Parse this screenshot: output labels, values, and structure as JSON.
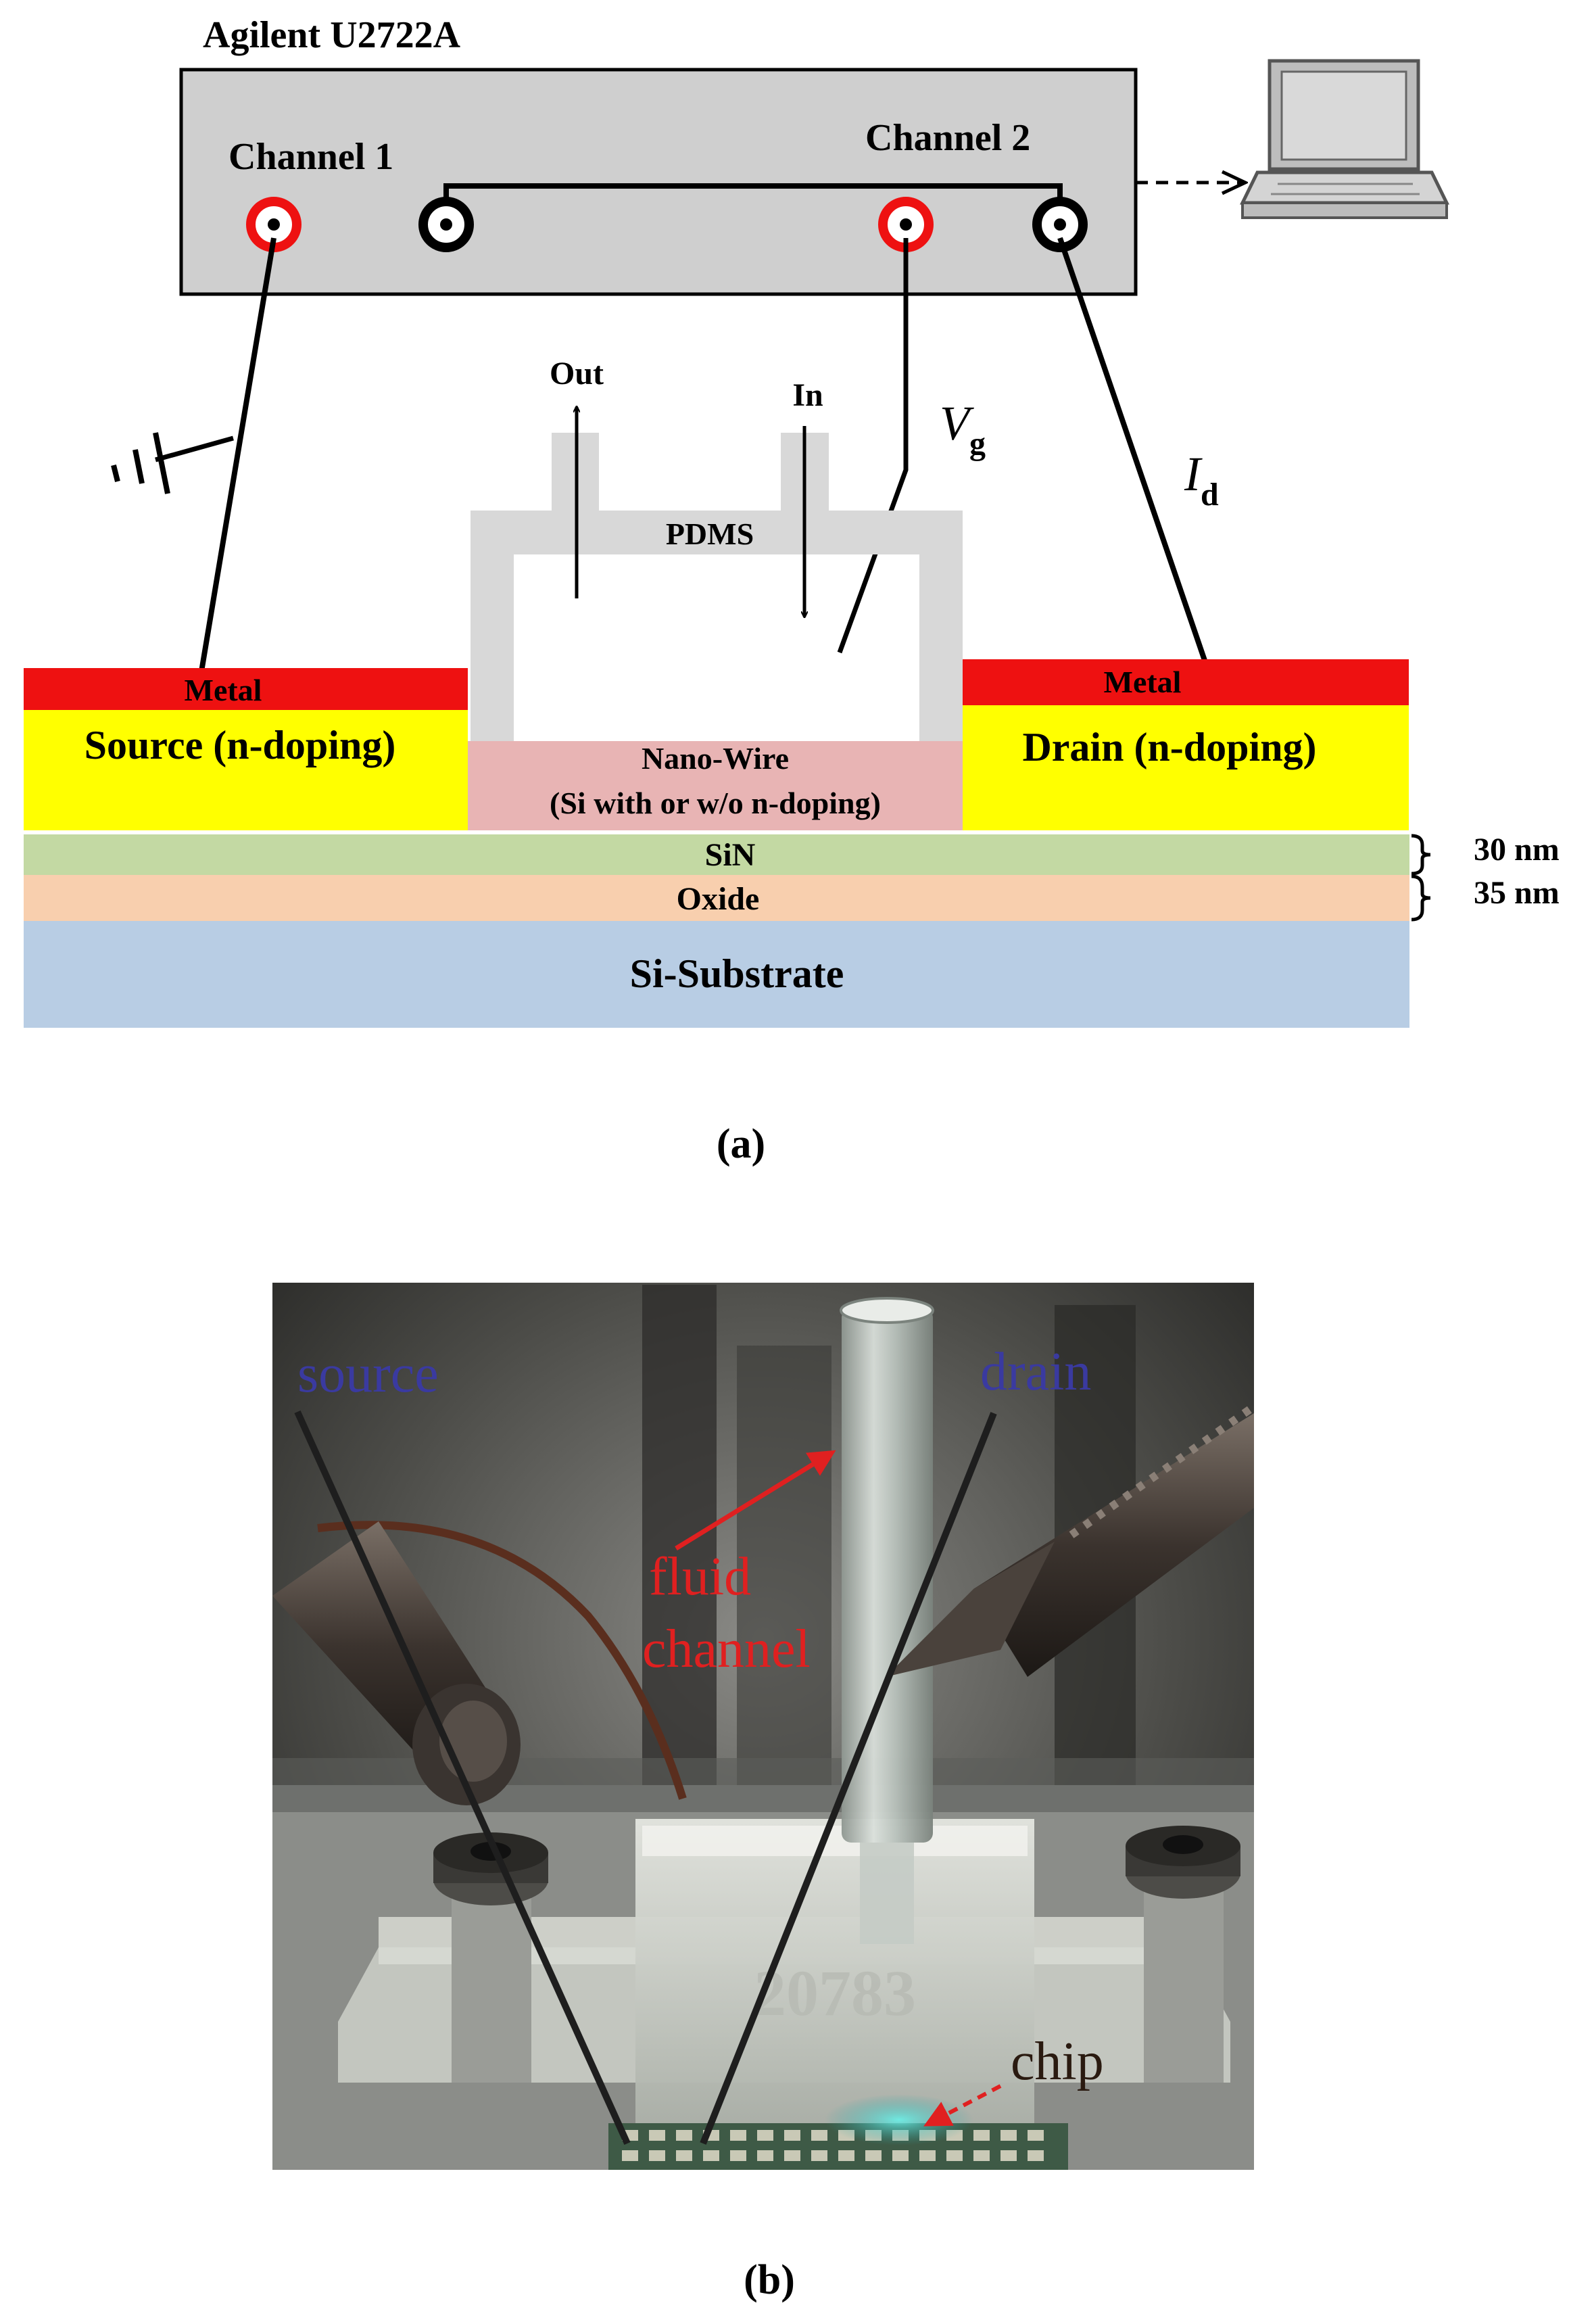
{
  "panel_a": {
    "instrument_title": "Agilent U2722A",
    "channel_1_label": "Channel 1",
    "channel_2_label": "Channel 2",
    "out_label": "Out",
    "in_label": "In",
    "pdms_label": "PDMS",
    "vg_main": "V",
    "vg_sub": "g",
    "id_main": "I",
    "id_sub": "d",
    "metal_left": "Metal",
    "metal_right": "Metal",
    "source_label": "Source (n-doping)",
    "drain_label": "Drain (n-doping)",
    "nanowire_line1": "Nano-Wire",
    "nanowire_line2": "(Si with or w/o n-doping)",
    "sin_label": "SiN",
    "oxide_label": "Oxide",
    "substrate_label": "Si-Substrate",
    "sin_thickness": "30 nm",
    "oxide_thickness": "35 nm",
    "caption": "(a)"
  },
  "panel_b": {
    "source_label": "source",
    "drain_label": "drain",
    "fluid_line1": "fluid",
    "fluid_line2": "channel",
    "chip_label": "chip",
    "embossed_text": "20783",
    "caption": "(b)"
  },
  "colors": {
    "metal": "#ee1111",
    "doped_region": "#ffff00",
    "nanowire": "#e8b4b4",
    "sin": "#c3d9a3",
    "oxide": "#f8cfae",
    "substrate": "#b8cde4",
    "instrument": "#cfcfcf",
    "pdms": "#d8d8d8",
    "photo_label_blue": "#3a3aa0",
    "photo_label_red": "#e02020"
  }
}
